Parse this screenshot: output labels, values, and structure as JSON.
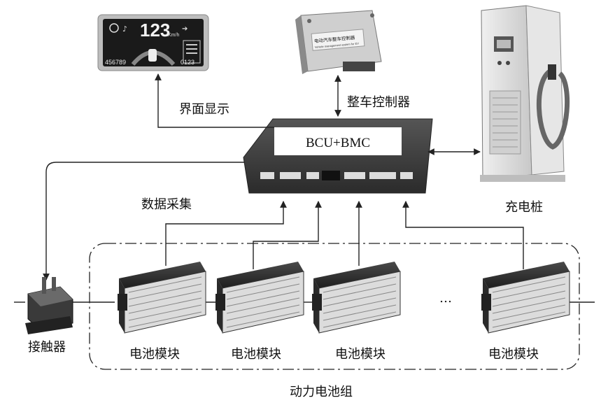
{
  "devices": {
    "display": {
      "caption": "界面显示",
      "speed_readout": "123",
      "speed_unit": "Km/h",
      "odometer": "456789",
      "trip": "0123"
    },
    "vcu": {
      "caption": "整车控制器",
      "plate_title": "电动汽车整车控制器",
      "plate_subtitle": "Vehicle management system for EV"
    },
    "bcu": {
      "label": "BCU+BMC"
    },
    "charger": {
      "caption": "充电桩"
    },
    "contactor": {
      "caption": "接触器"
    }
  },
  "links": {
    "data_collection": "数据采集"
  },
  "battery_pack": {
    "caption": "动力电池组",
    "ellipsis": "…",
    "modules": [
      {
        "label": "电池模块"
      },
      {
        "label": "电池模块"
      },
      {
        "label": "电池模块"
      },
      {
        "label": "电池模块"
      }
    ]
  },
  "colors": {
    "line": "#222222",
    "device_dark": "#3a3a3a",
    "device_light": "#d9d9d9"
  }
}
